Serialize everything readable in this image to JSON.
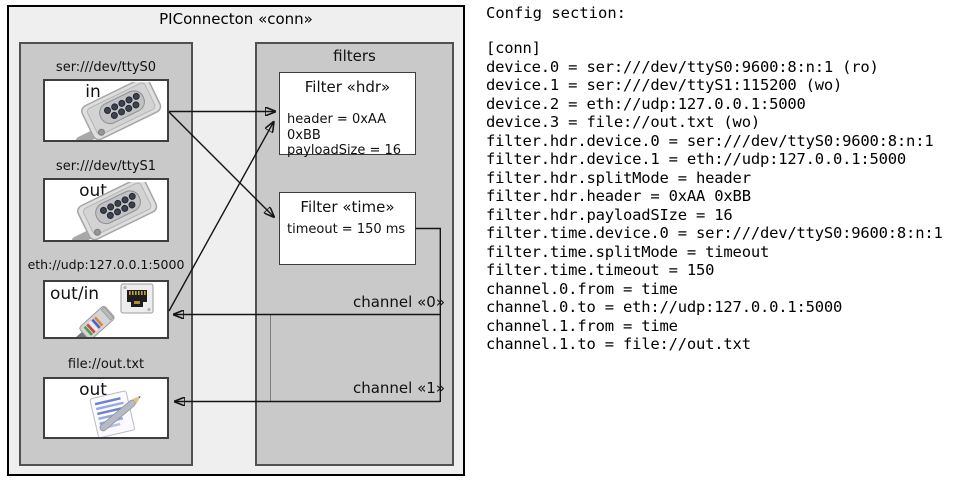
{
  "diagram": {
    "title": "PIConnecton «conn»",
    "colors": {
      "frame_background": "#efefef",
      "panel_gray": "#c9c9c9",
      "box_white": "#ffffff",
      "line_black": "#141414"
    },
    "devices_panel": {
      "devices": [
        {
          "label": "ser:///dev/ttyS0",
          "port": "in",
          "icon": "serial-connector-icon"
        },
        {
          "label": "ser:///dev/ttyS1",
          "port": "out",
          "icon": "serial-connector-icon"
        },
        {
          "label": "eth://udp:127.0.0.1:5000",
          "port": "out/in",
          "icon": "ethernet-connector-icon"
        },
        {
          "label": "file://out.txt",
          "port": "out",
          "icon": "notepad-pencil-icon"
        }
      ]
    },
    "filters_panel": {
      "title": "filters",
      "filters": [
        {
          "title": "Filter «hdr»",
          "properties": [
            "header = 0xAA 0xBB",
            "payloadSize = 16"
          ]
        },
        {
          "title": "Filter «time»",
          "properties": [
            "timeout = 150 ms"
          ]
        }
      ]
    },
    "channels": [
      {
        "label": "channel «0»"
      },
      {
        "label": "channel «1»"
      }
    ]
  },
  "config": {
    "heading": "Config section:",
    "lines": [
      "[conn]",
      "device.0 = ser:///dev/ttyS0:9600:8:n:1 (ro)",
      "device.1 = ser:///dev/ttyS1:115200 (wo)",
      "device.2 = eth://udp:127.0.0.1:5000",
      "device.3 = file://out.txt (wo)",
      "filter.hdr.device.0 = ser:///dev/ttyS0:9600:8:n:1",
      "filter.hdr.device.1 = eth://udp:127.0.0.1:5000",
      "filter.hdr.splitMode = header",
      "filter.hdr.header = 0xAA 0xBB",
      "filter.hdr.payloadSIze = 16",
      "filter.time.device.0 = ser:///dev/ttyS0:9600:8:n:1",
      "filter.time.splitMode = timeout",
      "filter.time.timeout = 150",
      "channel.0.from = time",
      "channel.0.to = eth://udp:127.0.0.1:5000",
      "channel.1.from = time",
      "channel.1.to = file://out.txt"
    ]
  }
}
